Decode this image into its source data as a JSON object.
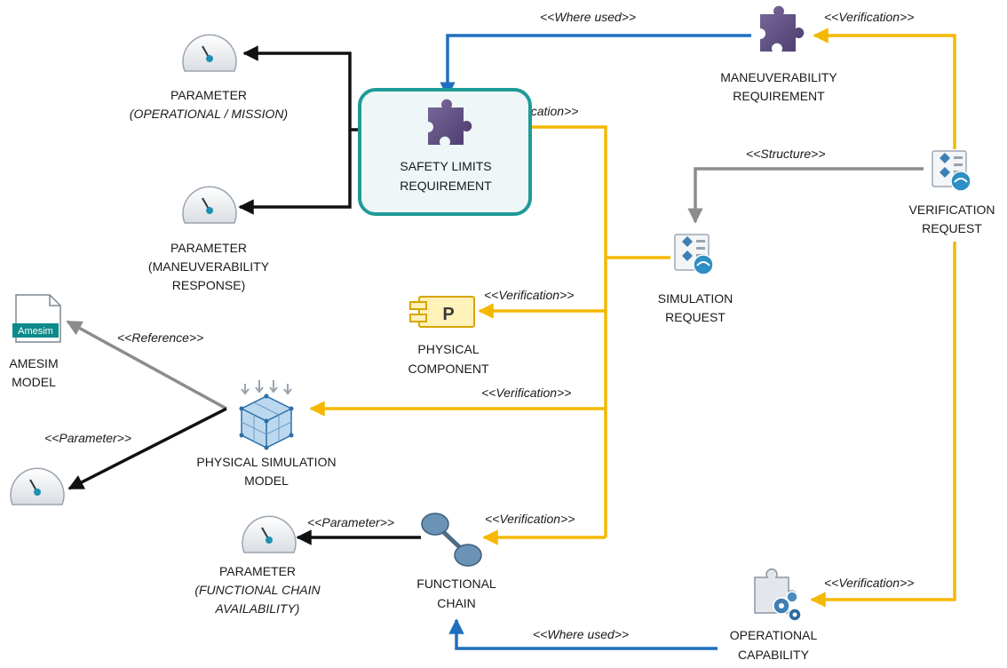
{
  "nodes": {
    "param_operational": {
      "line1": "PARAMETER",
      "line2": "(OPERATIONAL / MISSION)",
      "icon": "gauge-icon"
    },
    "param_maneuverability": {
      "line1": "PARAMETER",
      "line2": "(MANEUVERABILITY",
      "line3": "RESPONSE)",
      "icon": "gauge-icon"
    },
    "safety_limits": {
      "line1": "SAFETY LIMITS",
      "line2": "REQUIREMENT",
      "icon": "puzzle-icon"
    },
    "maneuverability_req": {
      "line1": "MANEUVERABILITY",
      "line2": "REQUIREMENT",
      "icon": "puzzle-icon"
    },
    "verification_request": {
      "line1": "VERIFICATION",
      "line2": "REQUEST",
      "icon": "request-icon"
    },
    "simulation_request": {
      "line1": "SIMULATION",
      "line2": "REQUEST",
      "icon": "request-icon"
    },
    "physical_component": {
      "line1": "PHYSICAL",
      "line2": "COMPONENT",
      "icon_letter": "P",
      "icon": "component-icon"
    },
    "amesim_model": {
      "line1": "AMESIM",
      "line2": "MODEL",
      "badge": "Amesim",
      "icon": "document-icon"
    },
    "physical_simulation_model": {
      "line1": "PHYSICAL SIMULATION",
      "line2": "MODEL",
      "icon": "cube-icon"
    },
    "param_plain": {
      "icon": "gauge-icon"
    },
    "param_functional_chain": {
      "line1": "PARAMETER",
      "line2": "(FUNCTIONAL CHAIN",
      "line3": "AVAILABILITY)",
      "icon": "gauge-icon"
    },
    "functional_chain": {
      "line1": "FUNCTIONAL",
      "line2": "CHAIN",
      "icon": "chain-icon"
    },
    "operational_capability": {
      "line1": "OPERATIONAL",
      "line2": "CAPABILITY",
      "icon": "puzzle-gear-icon"
    }
  },
  "edges": {
    "where_used_top": "<<Where used>>",
    "verification_top": "<<Verification>>",
    "verification_safety": "<<Verification>>",
    "structure": "<<Structure>>",
    "verification_component": "<<Verification>>",
    "reference": "<<Reference>>",
    "verification_simulation": "<<Verification>>",
    "parameter_left": "<<Parameter>>",
    "parameter_chain": "<<Parameter>>",
    "verification_chain": "<<Verification>>",
    "verification_capability": "<<Verification>>",
    "where_used_bottom": "<<Where used>>"
  },
  "colors": {
    "verification": "#f5b800",
    "where_used": "#1f6fc0",
    "structure": "#8c8c8c",
    "reference": "#8c8c8c",
    "parameter": "#111111",
    "highlight_border": "#1f9a98",
    "highlight_fill": "#eef6f8"
  }
}
